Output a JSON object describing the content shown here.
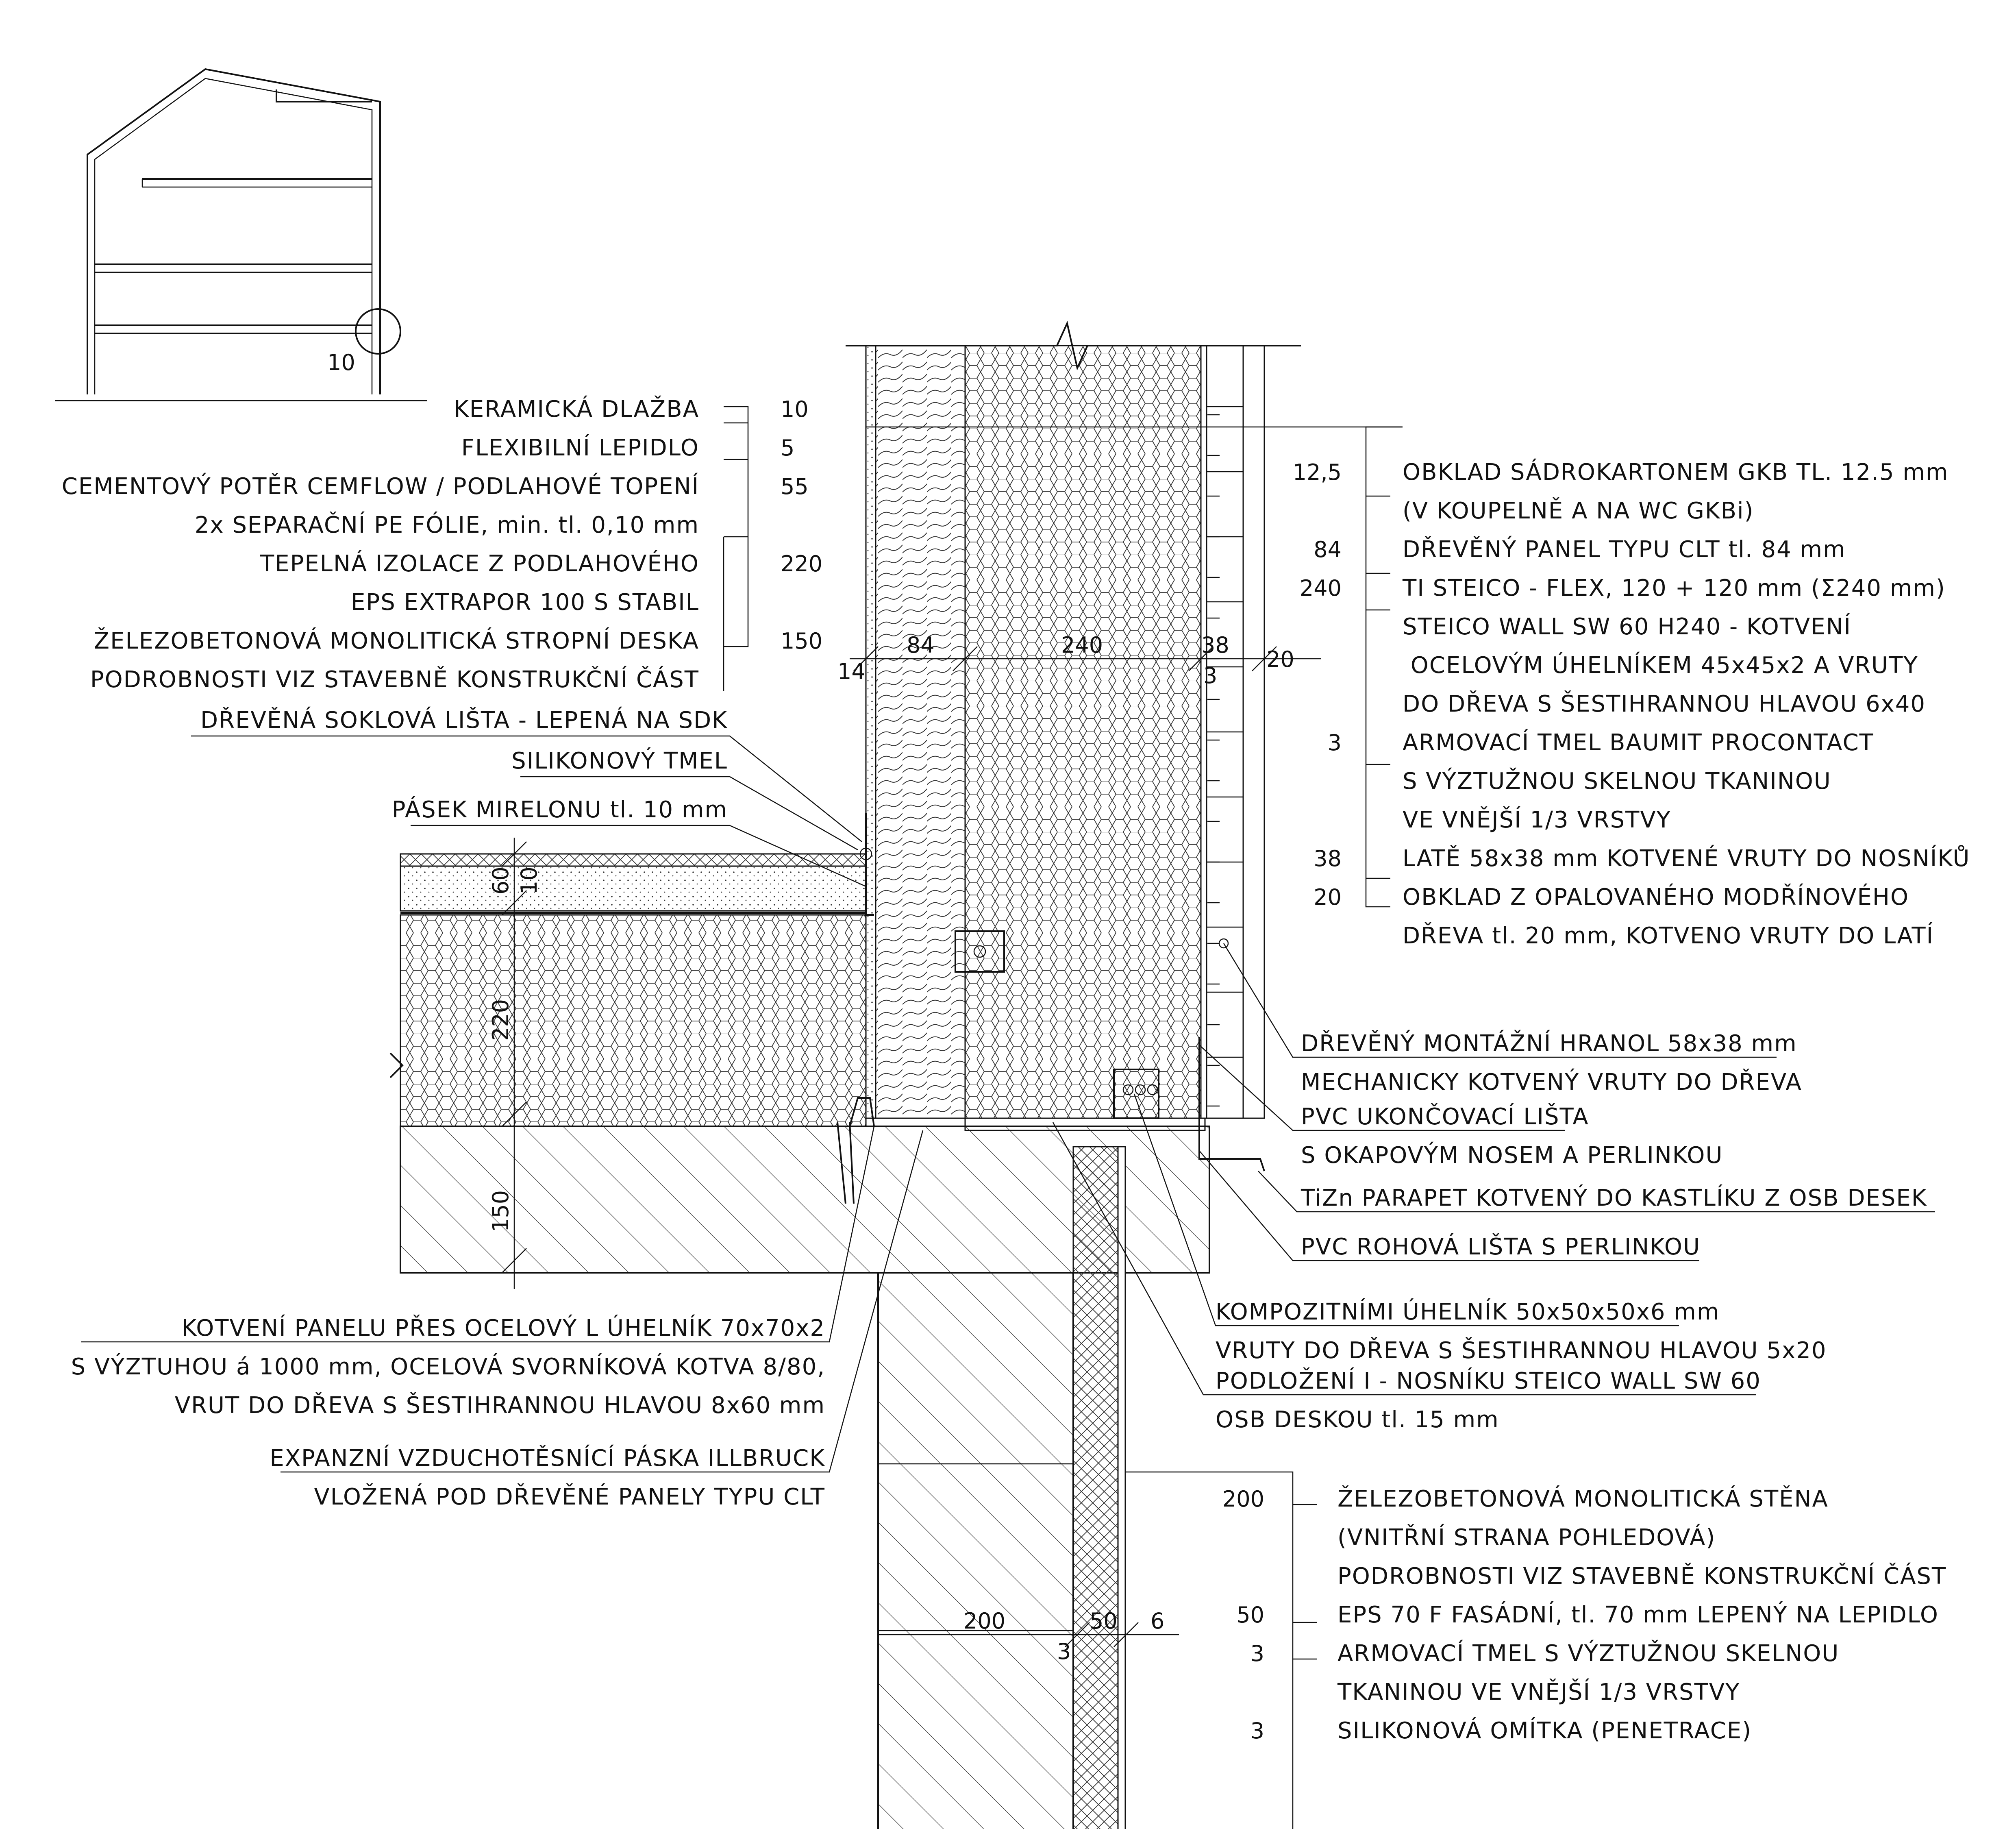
{
  "key_plan": {
    "detail_number": "10"
  },
  "floor_layers": [
    {
      "label": "KERAMICKÁ DLAŽBA",
      "dim": "10"
    },
    {
      "label": "FLEXIBILNÍ LEPIDLO",
      "dim": "5"
    },
    {
      "label": "CEMENTOVÝ POTĚR CEMFLOW / PODLAHOVÉ TOPENÍ",
      "dim": "55"
    },
    {
      "label": "2x SEPARAČNÍ PE FÓLIE, min. tl. 0,10 mm",
      "dim": ""
    },
    {
      "label": "TEPELNÁ IZOLACE Z PODLAHOVÉHO",
      "dim": "220"
    },
    {
      "label": "EPS EXTRAPOR 100 S STABIL",
      "dim": ""
    },
    {
      "label": "ŽELEZOBETONOVÁ MONOLITICKÁ STROPNÍ DESKA",
      "dim": "150"
    },
    {
      "label": "PODROBNOSTI VIZ STAVEBNĚ KONSTRUKČNÍ ČÁST",
      "dim": ""
    }
  ],
  "wall_layers": [
    {
      "dim": "12,5",
      "label": "OBKLAD SÁDROKARTONEM GKB TL. 12.5 mm"
    },
    {
      "dim": "",
      "label": "(V KOUPELNĚ A NA WC GKBi)"
    },
    {
      "dim": "84",
      "label": "DŘEVĚNÝ PANEL TYPU CLT tl. 84 mm"
    },
    {
      "dim": "240",
      "label": "TI STEICO - FLEX, 120 + 120 mm (Σ240 mm)"
    },
    {
      "dim": "",
      "label": "STEICO WALL SW 60 H240 - KOTVENÍ"
    },
    {
      "dim": "",
      "label": " OCELOVÝM ÚHELNÍKEM 45x45x2 A VRUTY"
    },
    {
      "dim": "",
      "label": "DO DŘEVA S ŠESTIHRANNOU HLAVOU 6x40"
    },
    {
      "dim": "3",
      "label": "ARMOVACÍ TMEL BAUMIT PROCONTACT"
    },
    {
      "dim": "",
      "label": "S VÝZTUŽNOU SKELNOU TKANINOU"
    },
    {
      "dim": "",
      "label": "VE VNĚJŠÍ 1/3 VRSTVY"
    },
    {
      "dim": "38",
      "label": "LATĚ 58x38 mm KOTVENÉ VRUTY DO NOSNÍKŮ"
    },
    {
      "dim": "20",
      "label": "OBKLAD Z OPALOVANÉHO MODŘÍNOVÉHO"
    },
    {
      "dim": "",
      "label": "DŘEVA tl. 20 mm, KOTVENO VRUTY DO LATÍ"
    }
  ],
  "base_wall_layers": [
    {
      "dim": "200",
      "label": "ŽELEZOBETONOVÁ MONOLITICKÁ STĚNA"
    },
    {
      "dim": "",
      "label": "(VNITŘNÍ STRANA POHLEDOVÁ)"
    },
    {
      "dim": "",
      "label": "PODROBNOSTI VIZ STAVEBNĚ KONSTRUKČNÍ ČÁST"
    },
    {
      "dim": "50",
      "label": "EPS 70 F FASÁDNÍ, tl. 70 mm LEPENÝ NA LEPIDLO"
    },
    {
      "dim": "3",
      "label": "ARMOVACÍ TMEL S VÝZTUŽNOU SKELNOU"
    },
    {
      "dim": "",
      "label": "TKANINOU VE VNĚJŠÍ 1/3 VRSTVY"
    },
    {
      "dim": "3",
      "label": "SILIKONOVÁ OMÍTKA (PENETRACE)"
    }
  ],
  "callouts_left": {
    "skirting": "DŘEVĚNÁ SOKLOVÁ LIŠTA - LEPENÁ NA SDK",
    "silicone": "SILIKONOVÝ TMEL",
    "mirelon": "PÁSEK MIRELONU tl. 10 mm",
    "anchor_1": "KOTVENÍ PANELU PŘES OCELOVÝ L ÚHELNÍK 70x70x2",
    "anchor_2": "S VÝZTUHOU á 1000 mm, OCELOVÁ SVORNÍKOVÁ KOTVA 8/80,",
    "anchor_3": "VRUT DO DŘEVA S ŠESTIHRANNOU HLAVOU 8x60 mm",
    "tape_1": "EXPANZNÍ VZDUCHOTĚSNÍCÍ PÁSKA ILLBRUCK",
    "tape_2": "VLOŽENÁ POD DŘEVĚNÉ PANELY TYPU CLT"
  },
  "callouts_right": {
    "hranol_1": "DŘEVĚNÝ MONTÁŽNÍ HRANOL 58x38 mm",
    "hranol_2": "MECHANICKY KOTVENÝ VRUTY DO DŘEVA",
    "pvc_end_1": "PVC UKONČOVACÍ LIŠTA",
    "pvc_end_2": "S OKAPOVÝM NOSEM A PERLINKOU",
    "tizn": "TiZn PARAPET KOTVENÝ DO KASTLÍKU Z OSB DESEK",
    "pvc_corner": "PVC ROHOVÁ LIŠTA S PERLINKOU",
    "angle_1": "KOMPOZITNÍMI ÚHELNÍK 50x50x50x6 mm",
    "angle_2": "VRUTY DO DŘEVA S ŠESTIHRANNOU HLAVOU 5x20",
    "support_1": "PODLOŽENÍ I - NOSNÍKU STEICO WALL SW 60",
    "support_2": "OSB DESKOU tl. 15 mm"
  },
  "dims": {
    "wall_14": "14",
    "wall_84": "84",
    "wall_240": "240",
    "wall_38": "38",
    "wall_3": "3",
    "wall_20": "20",
    "floor_60": "60",
    "floor_10": "10",
    "floor_220": "220",
    "floor_150": "150",
    "base_200": "200",
    "base_50": "50",
    "base_6": "6",
    "base_3": "3"
  }
}
